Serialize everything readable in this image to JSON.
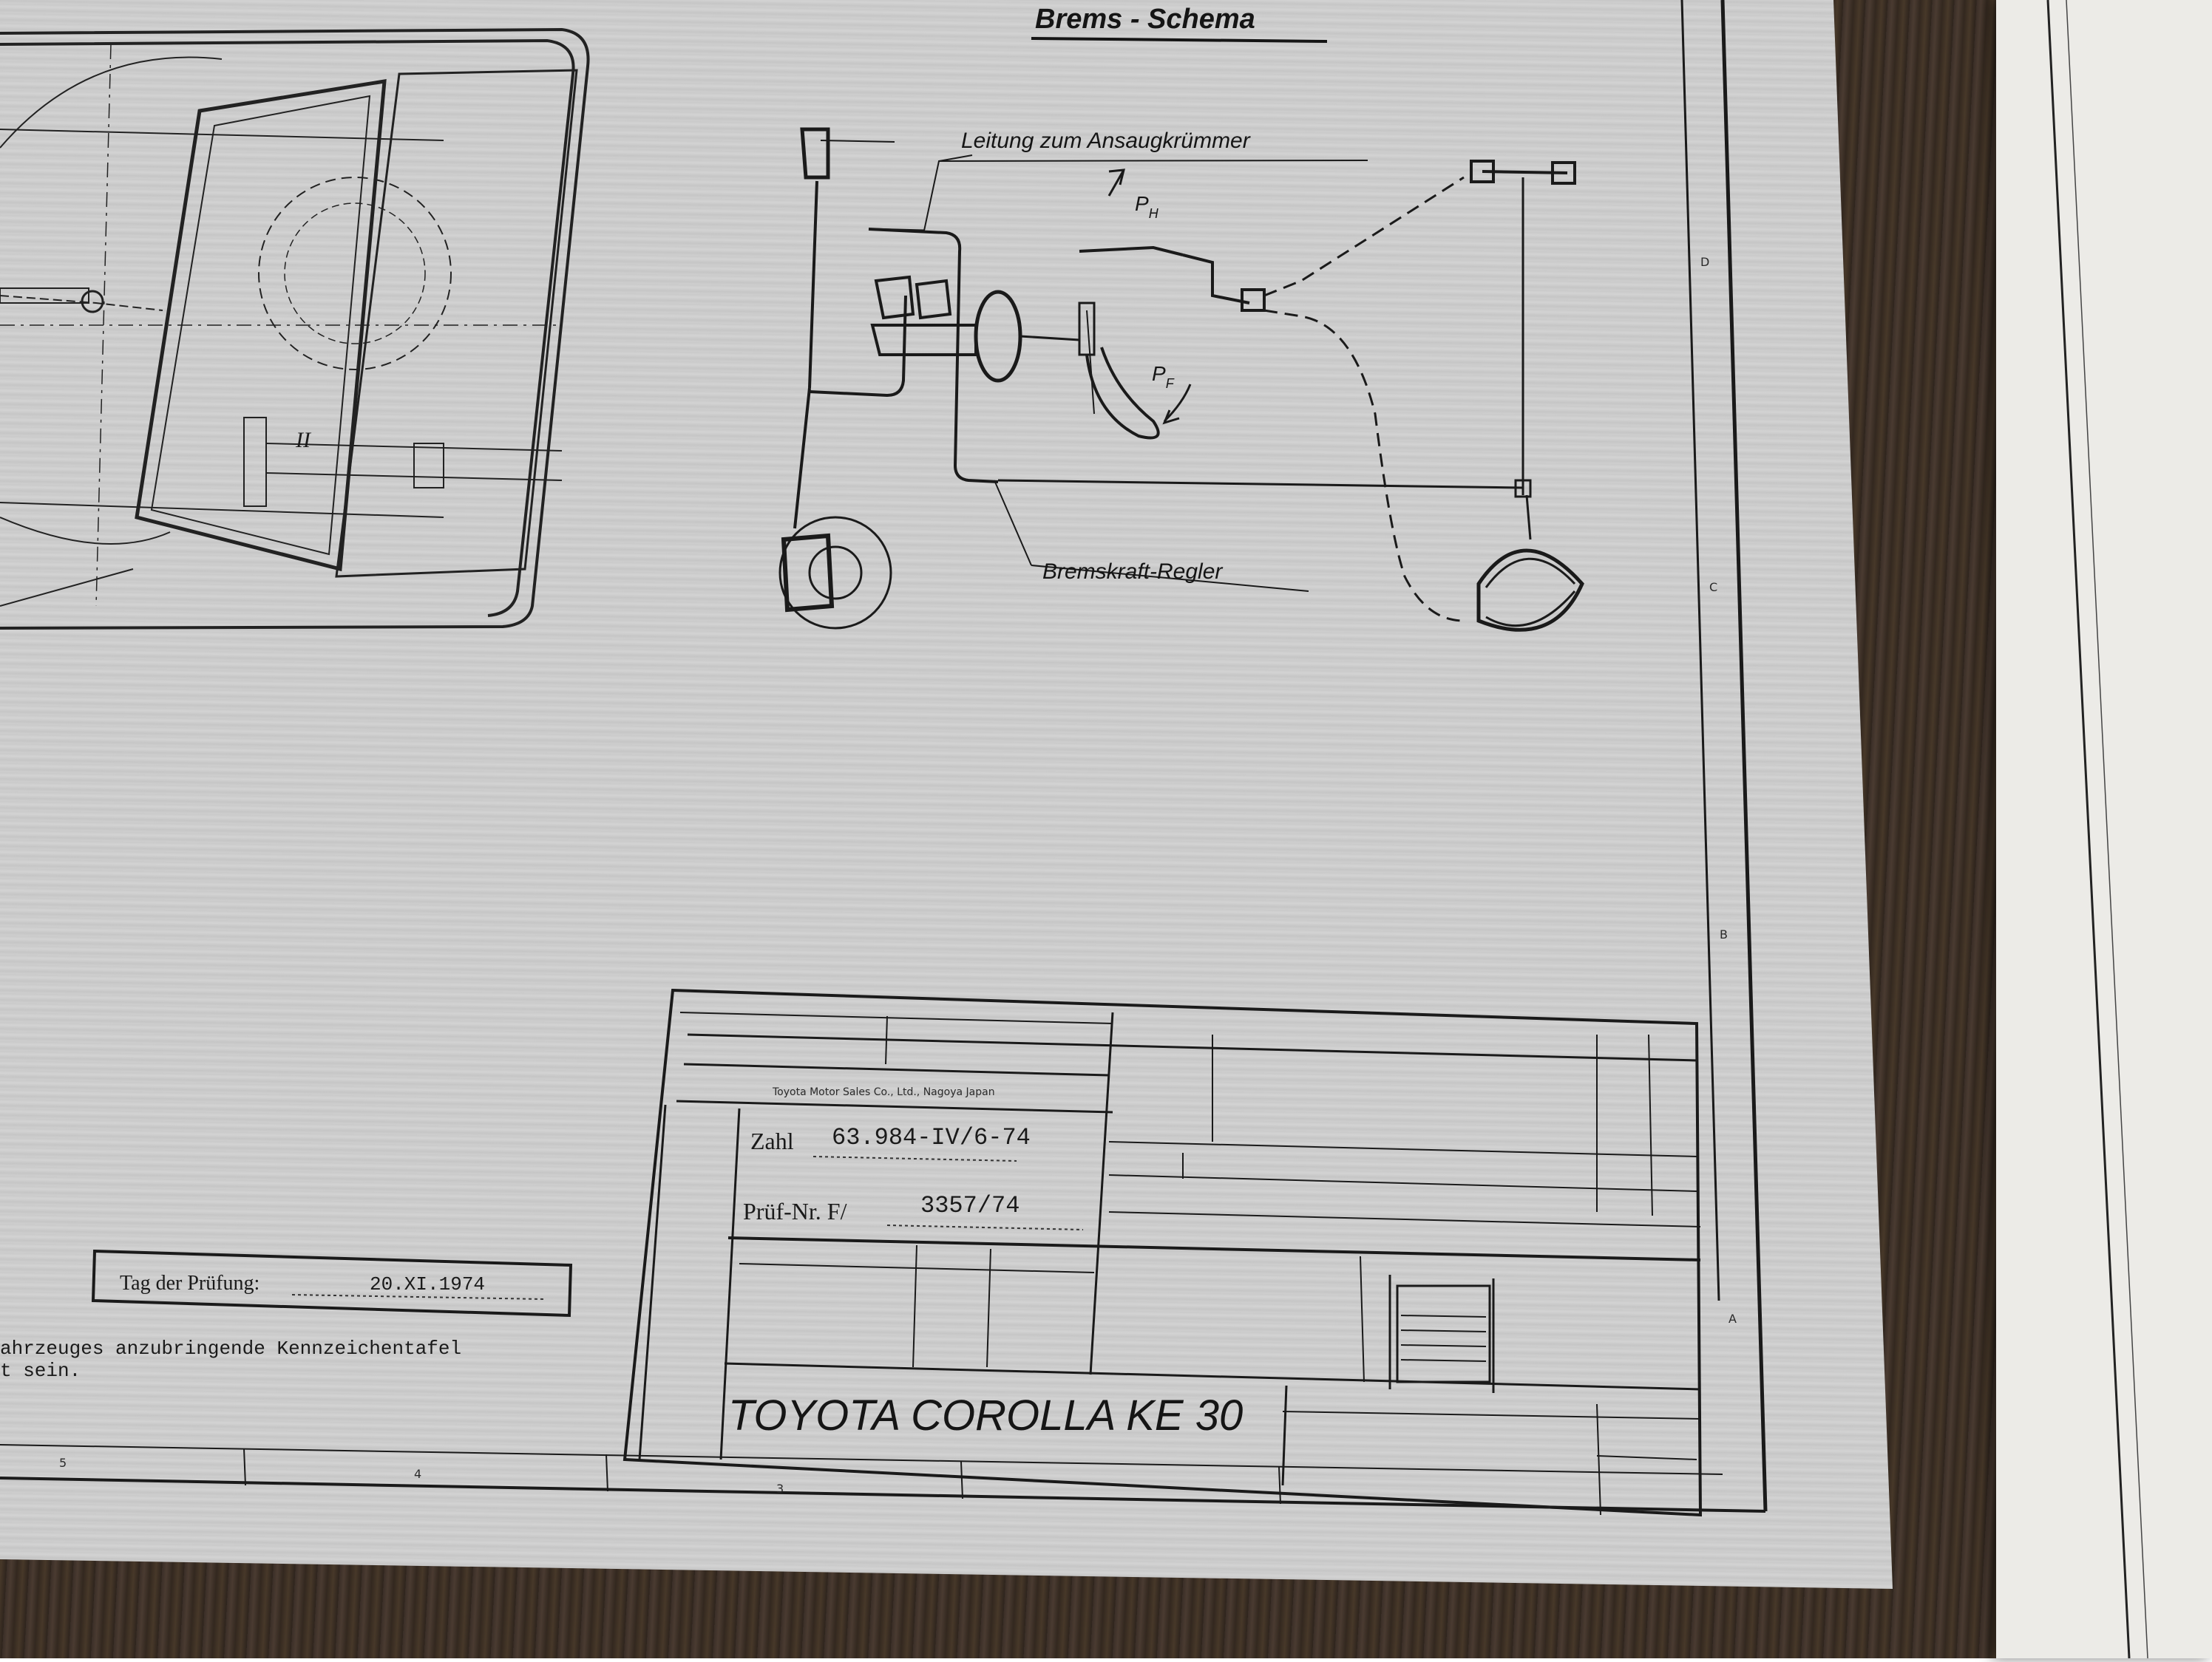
{
  "document": {
    "title": "Brems - Schema",
    "labels": {
      "intake_line": "Leitung zum Ansaugkrümmer",
      "hand_force": "P",
      "hand_force_sub": "H",
      "foot_force": "P",
      "foot_force_sub": "F",
      "brake_regulator": "Bremskraft-Regler",
      "roman_two": "II"
    },
    "title_block": {
      "manufacturer": "Toyota Motor Sales Co., Ltd., Nagoya Japan",
      "zahl_label": "Zahl",
      "zahl_value": "63.984-IV/6-74",
      "pruef_label": "Prüf-Nr. F/",
      "pruef_value": "3357/74",
      "vehicle": "TOYOTA  COROLLA  KE 30"
    },
    "date_box": {
      "label": "Tag der Prüfung:",
      "value": "20.XI.1974"
    },
    "note_lines": [
      "ahrzeuges anzubringende Kennzeichentafel",
      "t sein."
    ],
    "grid_markers": [
      "5",
      "4",
      "3",
      "D",
      "C",
      "B",
      "A"
    ]
  }
}
